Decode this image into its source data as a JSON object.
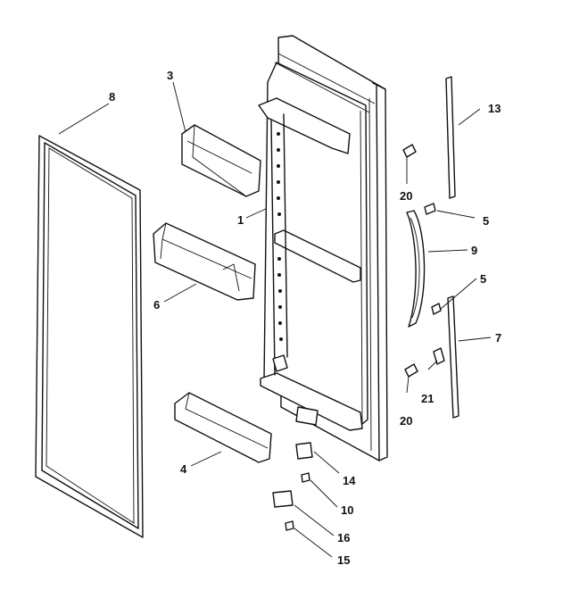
{
  "callouts": [
    {
      "id": "door",
      "text": "1"
    },
    {
      "id": "dairy-door",
      "text": "3"
    },
    {
      "id": "shelf-bar",
      "text": "4"
    },
    {
      "id": "screw-upper",
      "text": "5"
    },
    {
      "id": "screw-lower",
      "text": "5"
    },
    {
      "id": "bin",
      "text": "6"
    },
    {
      "id": "trim-lower",
      "text": "7"
    },
    {
      "id": "gasket",
      "text": "8"
    },
    {
      "id": "handle",
      "text": "9"
    },
    {
      "id": "hinge-bottom",
      "text": "10"
    },
    {
      "id": "trim-upper",
      "text": "13"
    },
    {
      "id": "hinge-part",
      "text": "14"
    },
    {
      "id": "screw-15",
      "text": "15"
    },
    {
      "id": "bushing-16",
      "text": "16"
    },
    {
      "id": "plug-upper",
      "text": "20"
    },
    {
      "id": "plug-lower",
      "text": "20"
    },
    {
      "id": "clip-21",
      "text": "21"
    }
  ]
}
